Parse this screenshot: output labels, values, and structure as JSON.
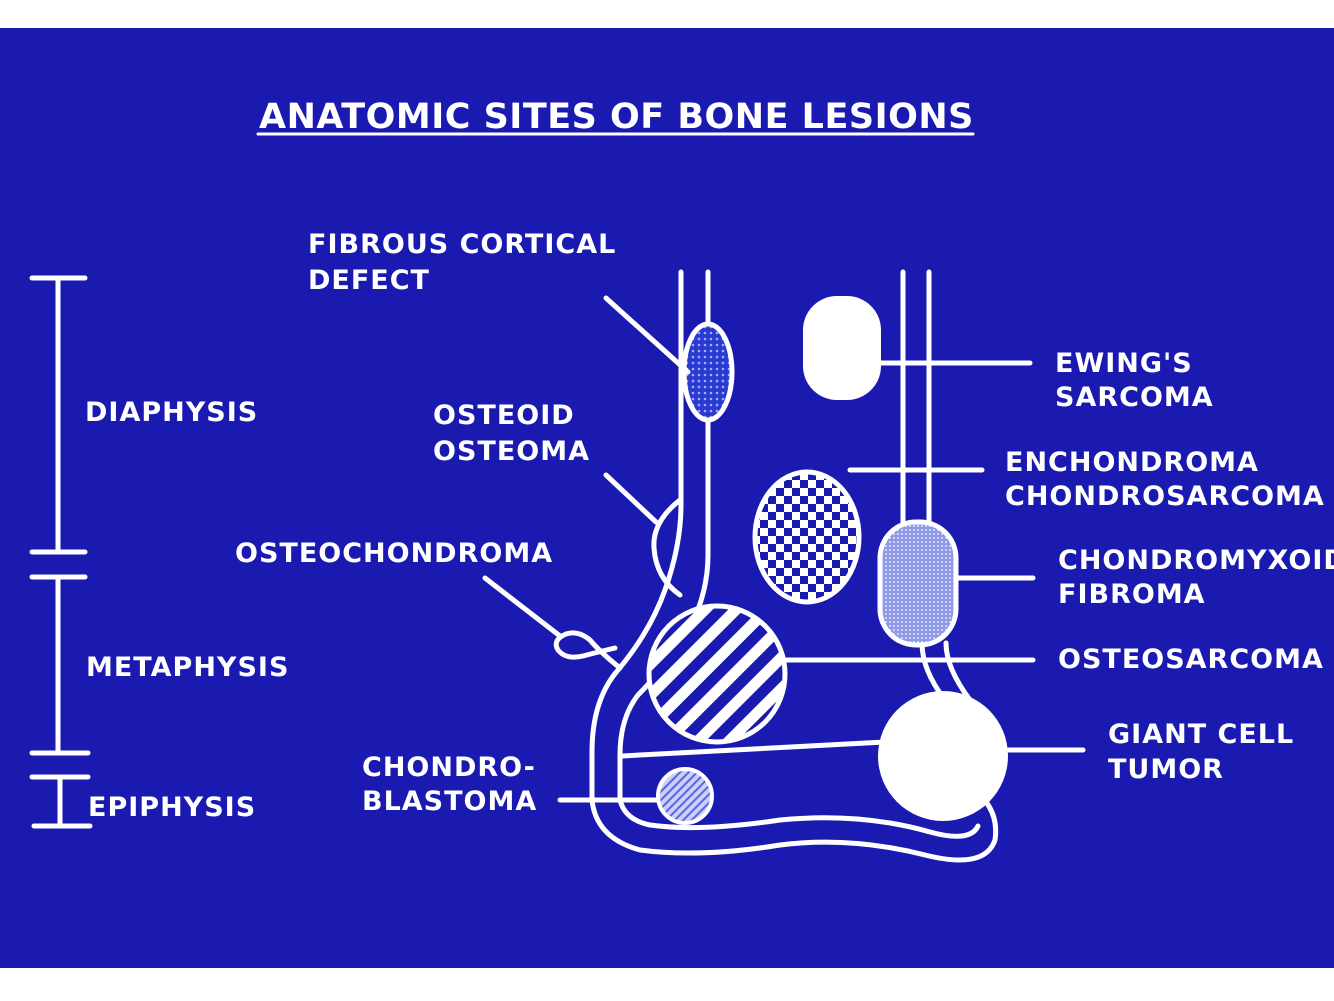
{
  "title": "ANATOMIC SITES OF BONE LESIONS",
  "zones": {
    "diaphysis": "DIAPHYSIS",
    "metaphysis": "METAPHYSIS",
    "epiphysis": "EPIPHYSIS"
  },
  "lesions": {
    "fibrous_cortical_defect": [
      "FIBROUS CORTICAL",
      "DEFECT"
    ],
    "osteoid_osteoma": [
      "OSTEOID",
      "OSTEOMA"
    ],
    "osteochondroma": "OSTEOCHONDROMA",
    "chondroblastoma": [
      "CHONDRO-",
      "BLASTOMA"
    ],
    "ewings_sarcoma": [
      "EWING'S",
      "SARCOMA"
    ],
    "enchondroma": [
      "ENCHONDROMA",
      "CHONDROSARCOMA"
    ],
    "chondromyxoid_fibroma": [
      "CHONDROMYXOID",
      "FIBROMA"
    ],
    "osteosarcoma": "OSTEOSARCOMA",
    "giant_cell_tumor": [
      "GIANT CELL",
      "TUMOR"
    ]
  },
  "colors": {
    "background": "#1a1ab0",
    "foreground": "#ffffff"
  }
}
